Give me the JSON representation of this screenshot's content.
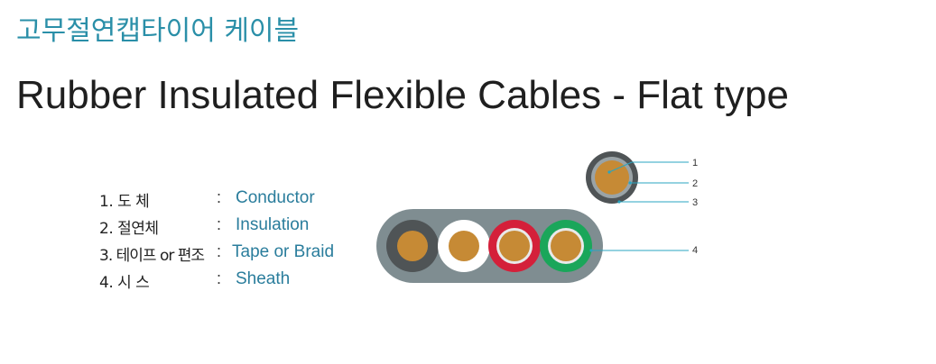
{
  "titles": {
    "korean": "고무절연캡타이어 케이블",
    "english": "Rubber Insulated Flexible Cables - Flat type"
  },
  "legend": [
    {
      "ko": "1. 도  체",
      "sep": ":",
      "en": "Conductor"
    },
    {
      "ko": "2. 절연체",
      "sep": ":",
      "en": "Insulation"
    },
    {
      "ko": "3. 테이프 or 편조",
      "sep": ":",
      "en": "Tape or Braid"
    },
    {
      "ko": "4. 시  스",
      "sep": ":",
      "en": "Sheath"
    }
  ],
  "callouts": [
    "1",
    "2",
    "3",
    "4"
  ],
  "colors": {
    "title_korean": "#2a8fa8",
    "label_english": "#2a7d9c",
    "sheath": "#7f8d91",
    "conductor": "#c68a35",
    "leader_line": "#2aa5c0",
    "core_insulations": [
      "#4f5456",
      "#ffffff",
      "#d4203a",
      "#1aa65a"
    ]
  }
}
